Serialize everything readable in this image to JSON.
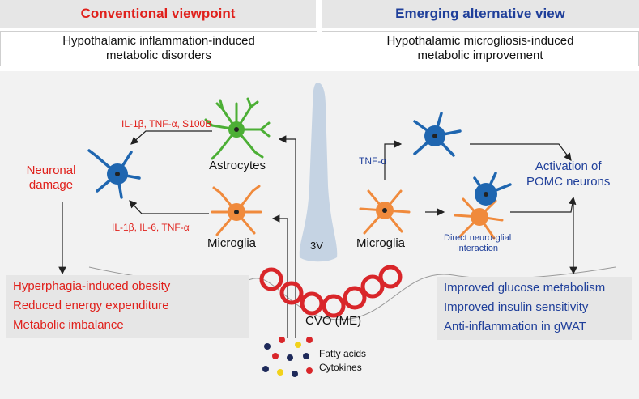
{
  "headers": {
    "left": "Conventional viewpoint",
    "right": "Emerging alternative view"
  },
  "subtitles": {
    "left": [
      "Hypothalamic inflammation-induced",
      "metabolic disorders"
    ],
    "right": [
      "Hypothalamic microgliosis-induced",
      "metabolic improvement"
    ]
  },
  "left": {
    "astrocytes": "Astrocytes",
    "microglia": "Microglia",
    "neuronal_damage": [
      "Neuronal",
      "damage"
    ],
    "astro_signals": "IL-1β, TNF-α, S100B",
    "micro_signals": "IL-1β, IL-6, TNF-α",
    "outcomes": [
      "Hyperphagia-induced obesity",
      "Reduced energy expenditure",
      "Metabolic imbalance"
    ]
  },
  "center": {
    "ventricle": "3V",
    "cvo": "CVO (ME)",
    "legend": [
      "Fatty acids",
      "Cytokines"
    ]
  },
  "right": {
    "microglia": "Microglia",
    "tnf": "TNF-α",
    "interaction": [
      "Direct neuro-glial",
      "interaction"
    ],
    "activation": [
      "Activation of",
      "POMC neurons"
    ],
    "outcomes": [
      "Improved glucose metabolism",
      "Improved insulin sensitivity",
      "Anti-inflammation in gWAT"
    ]
  },
  "colors": {
    "red": "#e0201b",
    "blue": "#1f3f9a",
    "astrocyte": "#4caf35",
    "microglia": "#f08a3c",
    "neuron": "#1f66b0",
    "vessel": "#d9262a"
  }
}
